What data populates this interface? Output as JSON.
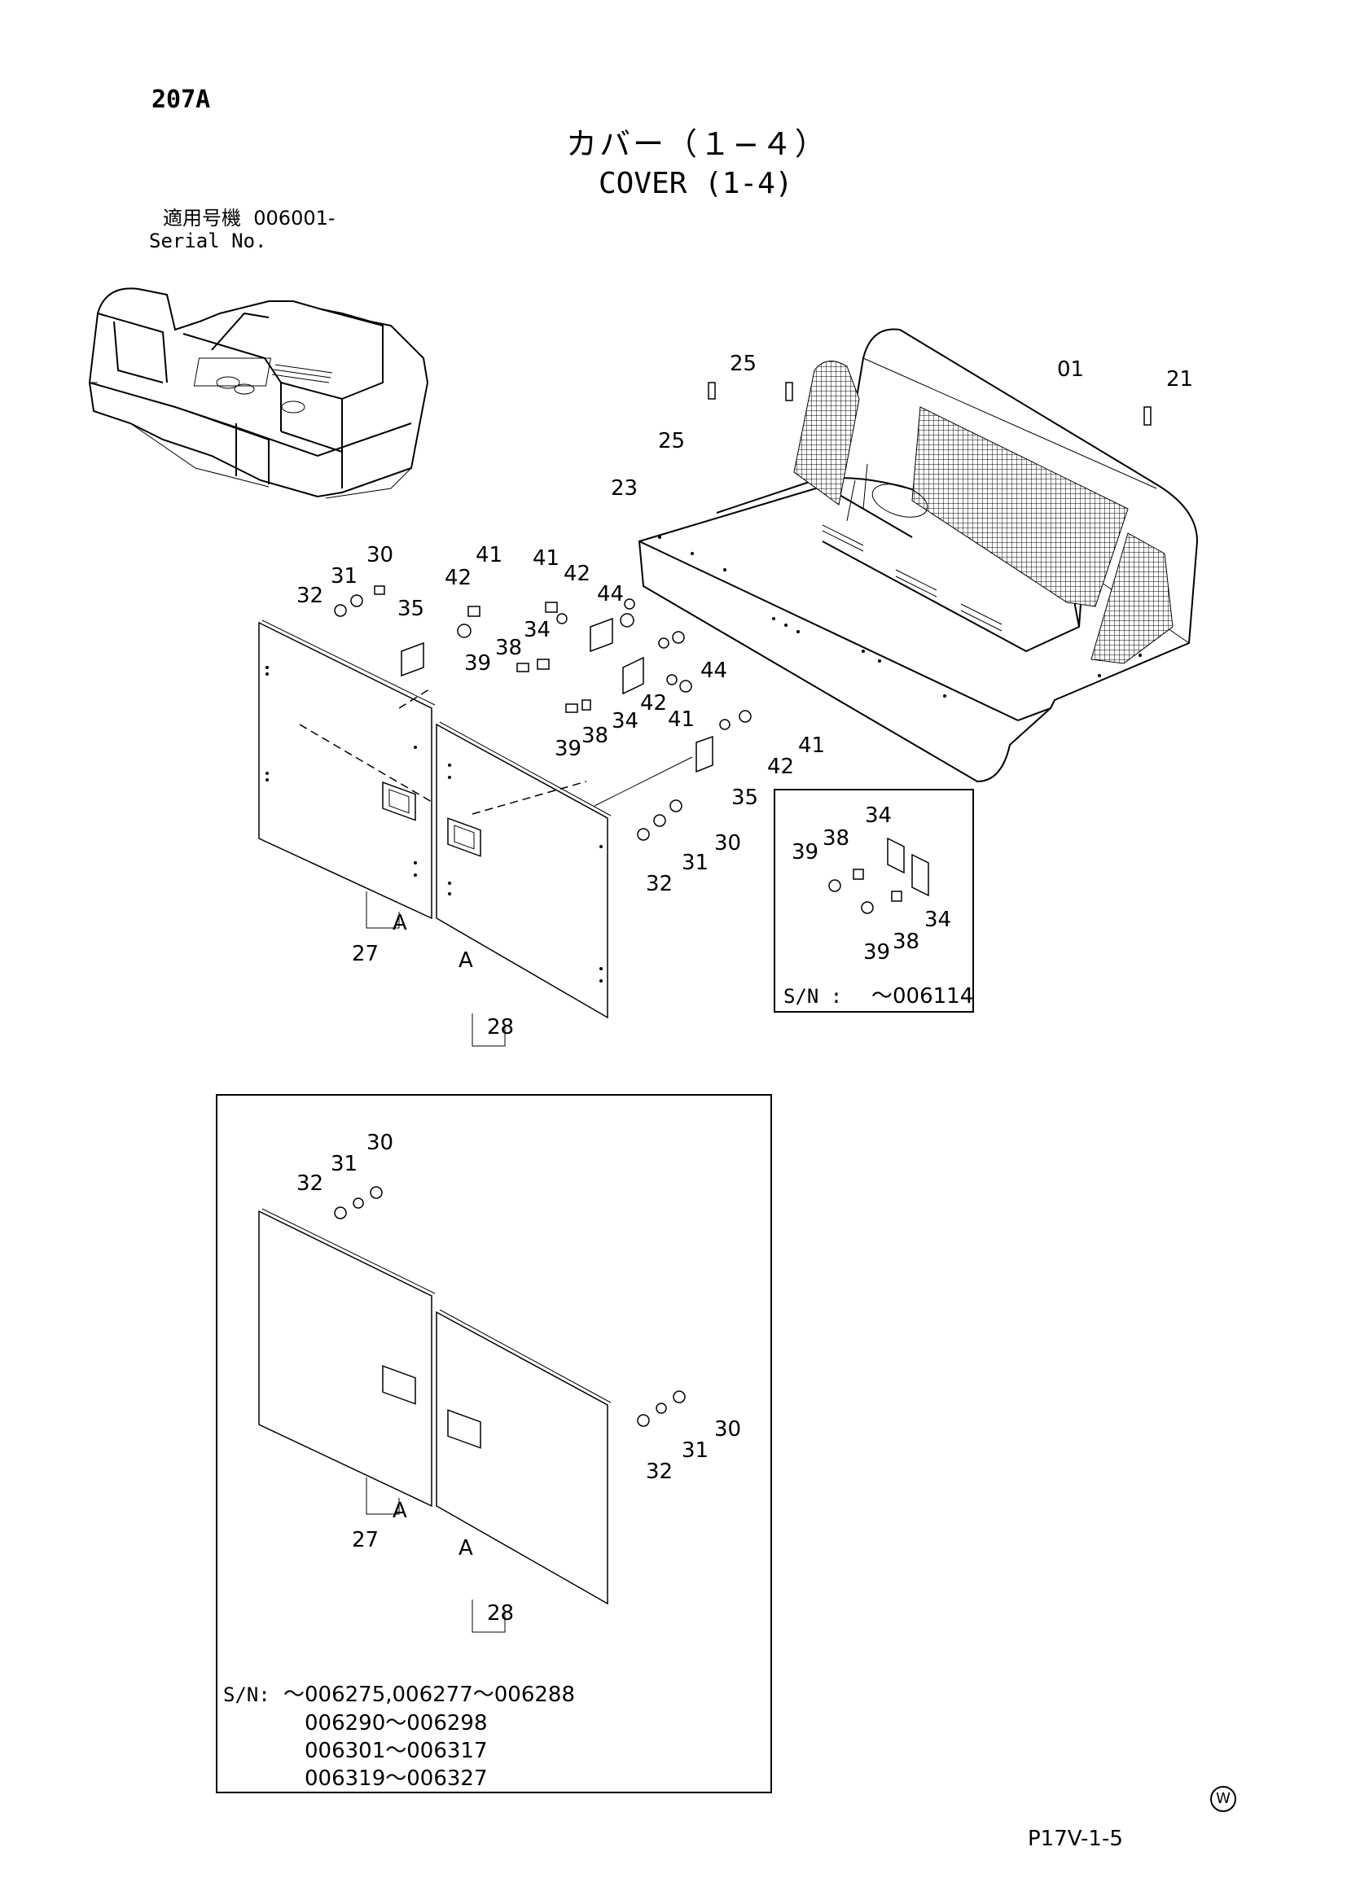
{
  "header": {
    "page_code": "207A",
    "title_jp": "カバー（１−４）",
    "title_en": "COVER (1-4)",
    "serial_label_jp": "適用号機",
    "serial_start": "006001-",
    "serial_label_en": "Serial No."
  },
  "main_callouts": {
    "c01": "01",
    "c21": "21",
    "c23": "23",
    "c25a": "25",
    "c25b": "25",
    "c30": "30",
    "c31": "31",
    "c32": "32",
    "c35a": "35",
    "c42a": "42",
    "c41a": "41",
    "c39a": "39",
    "c38a": "38",
    "c41b": "41",
    "c42b": "42",
    "c44a": "44",
    "c34a": "34",
    "c44b": "44",
    "c42c": "42",
    "c41c": "41",
    "c39b": "39",
    "c38b": "38",
    "c34b": "34",
    "c41d": "41",
    "c42d": "42",
    "c35b": "35",
    "c30b": "30",
    "c31b": "31",
    "c32b": "32",
    "cA1": "A",
    "cA2": "A",
    "c27": "27",
    "c28": "28"
  },
  "inset": {
    "c34a": "34",
    "c38a": "38",
    "c39a": "39",
    "c34b": "34",
    "c39b": "39",
    "c38b": "38",
    "serial_label": "S/N :",
    "serial_range": "～006114"
  },
  "lower_panel": {
    "c30a": "30",
    "c31a": "31",
    "c32a": "32",
    "c30b": "30",
    "c31b": "31",
    "c32b": "32",
    "cA1": "A",
    "cA2": "A",
    "c27": "27",
    "c28": "28",
    "serial_label": "S/N:",
    "serial_lines": [
      "～006275,006277～006288",
      "006290～006298",
      "006301～006317",
      "006319～006327"
    ]
  },
  "footer": {
    "mark": "W",
    "page_ref": "P17V-1-5"
  }
}
